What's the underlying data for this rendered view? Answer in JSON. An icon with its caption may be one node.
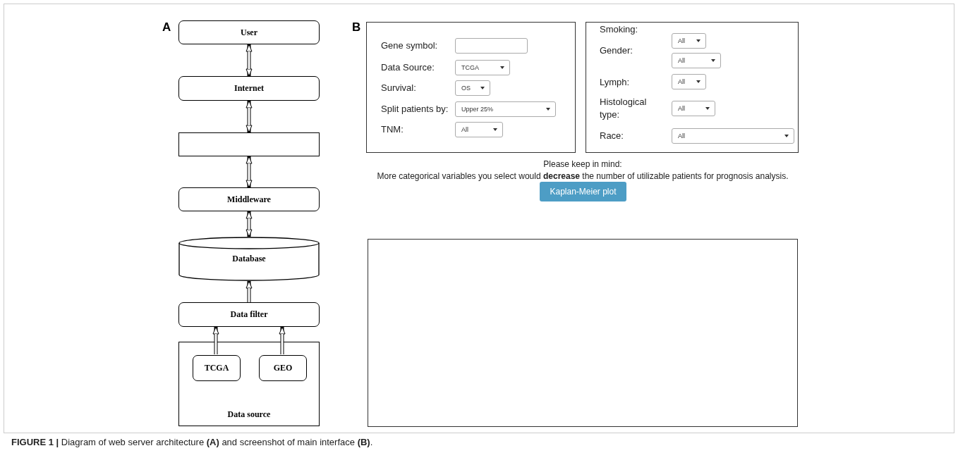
{
  "diagram": {
    "caption": "**FIGURE 1 |** Diagram of web server architecture **(A)** and screenshot of main interface **(B)**.",
    "nodes": [
      {
        "text": [
          "User"
        ]
      },
      {
        "text": [
          "Internet"
        ]
      },
      {
        "text": [],
        "shape": "box"
      },
      {
        "text": [
          "Middleware"
        ]
      },
      {
        "text": [
          "Database"
        ]
      },
      {
        "text": [
          "Data filter"
        ]
      },
      {
        "text": [
          "Data source"
        ]
      },
      {
        "text": [
          "TCGA"
        ],
        "in": 6
      },
      {
        "text": [
          "GEO"
        ],
        "in": 6
      },
      {
        "text": [],
        "shape": "box"
      }
    ],
    "edges": [
      {
        "from": 0,
        "to": 1,
        "arrow": "both"
      },
      {
        "from": 1,
        "to": 2,
        "arrow": "both"
      },
      {
        "from": 2,
        "to": 3,
        "arrow": "both"
      },
      {
        "from": 3,
        "to": 4,
        "arrow": "both"
      },
      {
        "from": 5,
        "to": 4,
        "arrow": "to"
      },
      {
        "from": 7,
        "to": 5,
        "arrow": "to"
      },
      {
        "from": 8,
        "to": 5,
        "arrow": "to"
      }
    ],
    "labels": [
      "A",
      "B",
      "Gene symbol:",
      "Data Source:",
      "TCGA",
      "Survival:",
      "OS",
      "Split patients by:",
      "Upper 25%",
      "TNM:",
      "All",
      "Smoking:",
      "All",
      "Gender:",
      "All",
      "Lymph:",
      "All",
      "Histological type:",
      "All",
      "Race:",
      "All",
      "Please keep in mind:",
      "More categorical variables you select would **decrease** the number of utilizable patients for prognosis analysis.",
      "Kaplan-Meier plot"
    ]
  }
}
